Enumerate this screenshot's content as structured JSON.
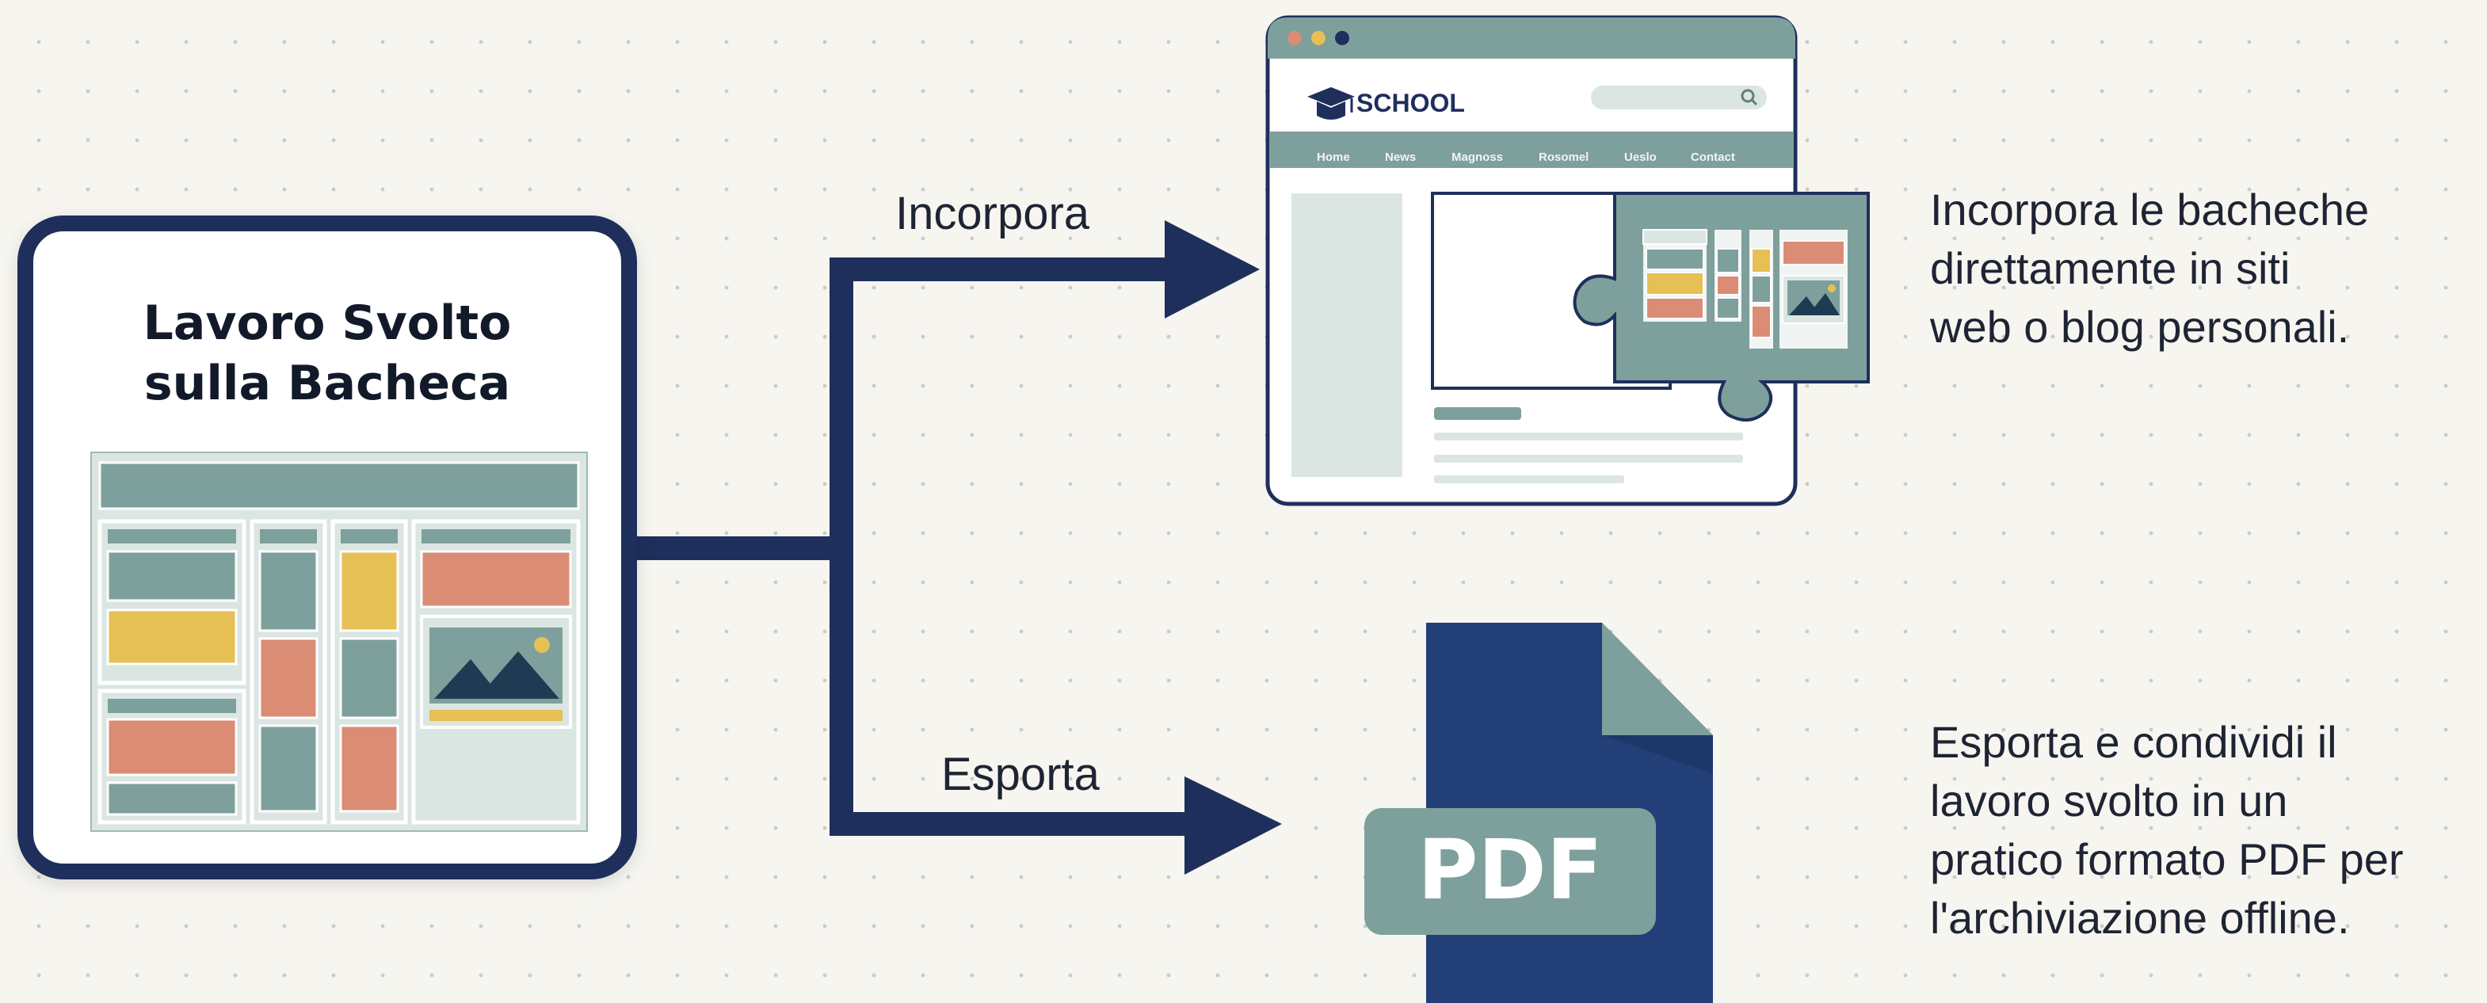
{
  "board": {
    "title_line1": "Lavoro Svolto",
    "title_line2": "sulla Bacheca"
  },
  "branches": {
    "embed_label": "Incorpora",
    "export_label": "Esporta"
  },
  "website": {
    "brand": "SCHOOL",
    "nav": [
      "Home",
      "News",
      "Magnoss",
      "Rosomel",
      "Ueslo",
      "Contact"
    ]
  },
  "pdf": {
    "label": "PDF"
  },
  "descriptions": {
    "embed": [
      "Incorpora le bacheche",
      "direttamente in siti",
      "web o blog personali."
    ],
    "export": [
      "Esporta e condividi il",
      "lavoro svolto in un",
      "pratico formato PDF per",
      "l'archiviazione offline."
    ]
  },
  "colors": {
    "navy": "#1f2f5c",
    "teal": "#7ea09c",
    "sage_light": "#d6e3e0",
    "salmon": "#db8c75",
    "mustard": "#e6bf55",
    "pdf_body": "#223f78"
  }
}
